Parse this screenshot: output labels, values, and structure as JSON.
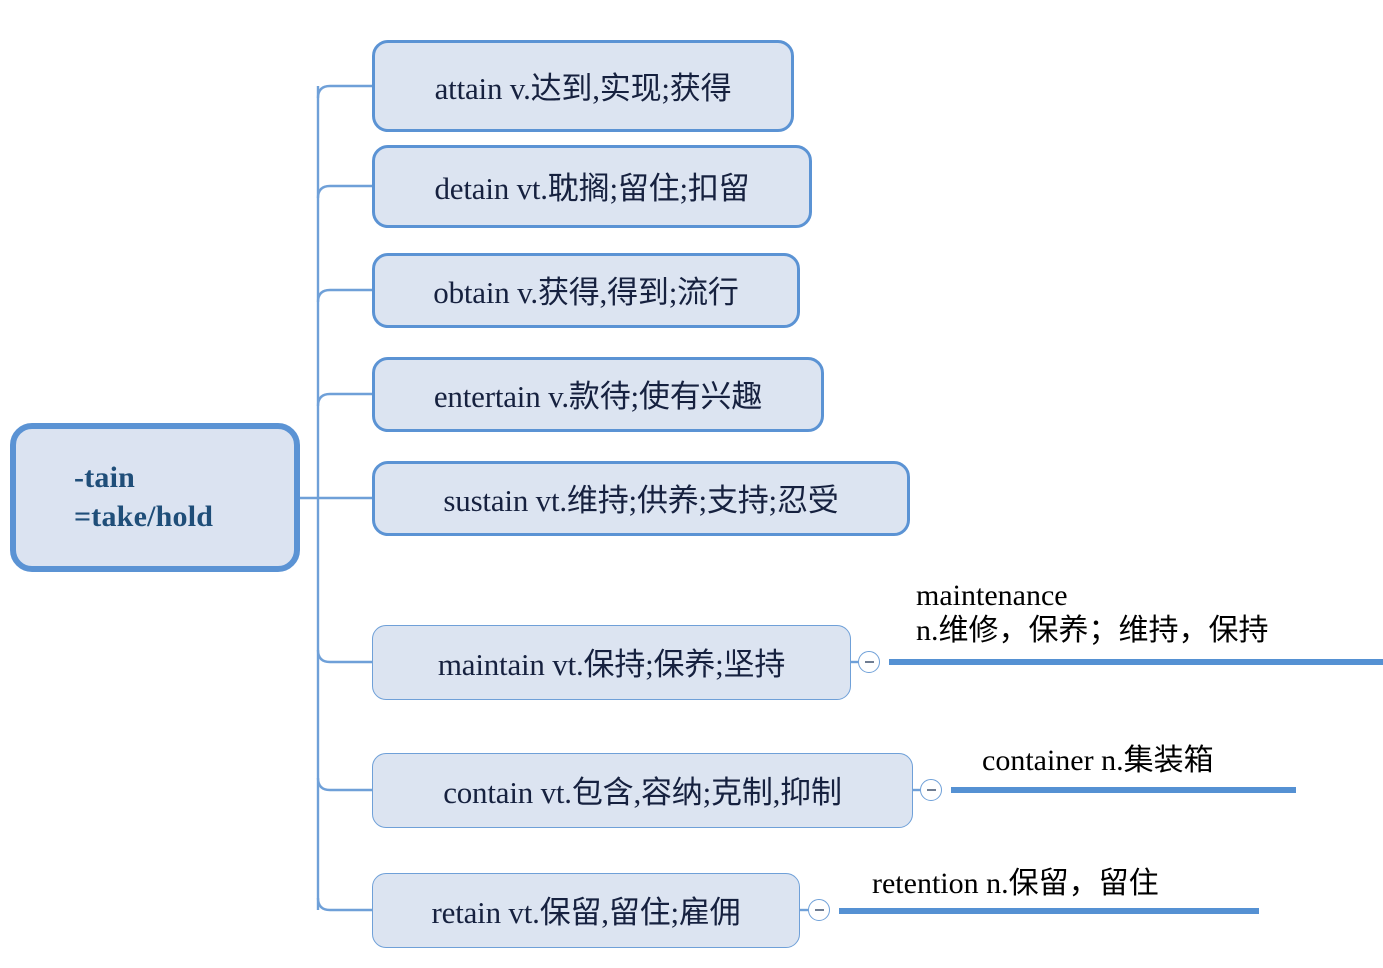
{
  "diagram": {
    "title": "-tain word family mind map",
    "colors": {
      "node_fill": "#dce4f1",
      "node_border": "#5b93d4",
      "root_text": "#1f4e79",
      "connector": "#6fa0d8",
      "annotation_rule": "#5591d3",
      "background": "#ffffff"
    }
  },
  "root": {
    "line1": "-tain",
    "line2": "=take/hold"
  },
  "nodes": [
    {
      "id": "attain",
      "label": "attain v.达到,实现;获得",
      "weight": "thick"
    },
    {
      "id": "detain",
      "label": "detain vt.耽搁;留住;扣留",
      "weight": "thick"
    },
    {
      "id": "obtain",
      "label": "obtain v.获得,得到;流行",
      "weight": "thick"
    },
    {
      "id": "entertain",
      "label": "entertain v.款待;使有兴趣",
      "weight": "thick"
    },
    {
      "id": "sustain",
      "label": "sustain vt.维持;供养;支持;忍受",
      "weight": "thick"
    },
    {
      "id": "maintain",
      "label": "maintain vt.保持;保养;坚持",
      "weight": "thin"
    },
    {
      "id": "contain",
      "label": "contain vt.包含,容纳;克制,抑制",
      "weight": "thin"
    },
    {
      "id": "retain",
      "label": "retain vt.保留,留住;雇佣",
      "weight": "thin"
    }
  ],
  "annotations": [
    {
      "id": "maintenance",
      "parent": "maintain",
      "line1": "maintenance",
      "line2": "n.维修，保养；维持，保持"
    },
    {
      "id": "container",
      "parent": "contain",
      "line1": "container n.集装箱",
      "line2": ""
    },
    {
      "id": "retention",
      "parent": "retain",
      "line1": "retention n.保留，留住",
      "line2": ""
    }
  ],
  "toggles": {
    "collapse_glyph": "minus-circle-icon",
    "state": "expanded"
  }
}
